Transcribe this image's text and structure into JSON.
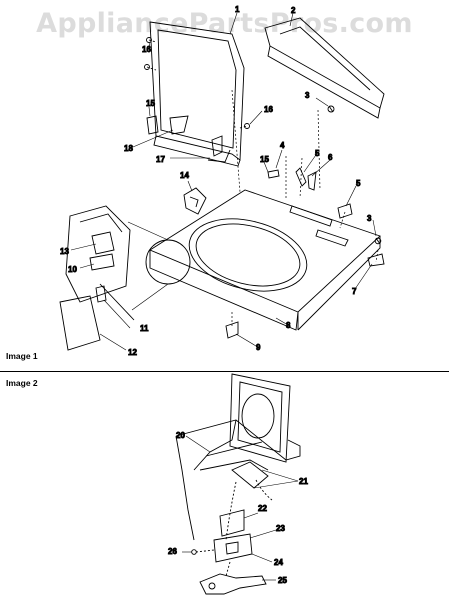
{
  "watermark": "AppliancePartsPros.com",
  "sections": {
    "image1": "Image 1",
    "image2": "Image 2"
  },
  "callouts": [
    "1",
    "2",
    "3",
    "3",
    "4",
    "5",
    "5",
    "6",
    "7",
    "8",
    "9",
    "10",
    "11",
    "12",
    "13",
    "14",
    "15",
    "15",
    "16",
    "16",
    "17",
    "18",
    "20",
    "21",
    "22",
    "23",
    "24",
    "25",
    "26"
  ]
}
